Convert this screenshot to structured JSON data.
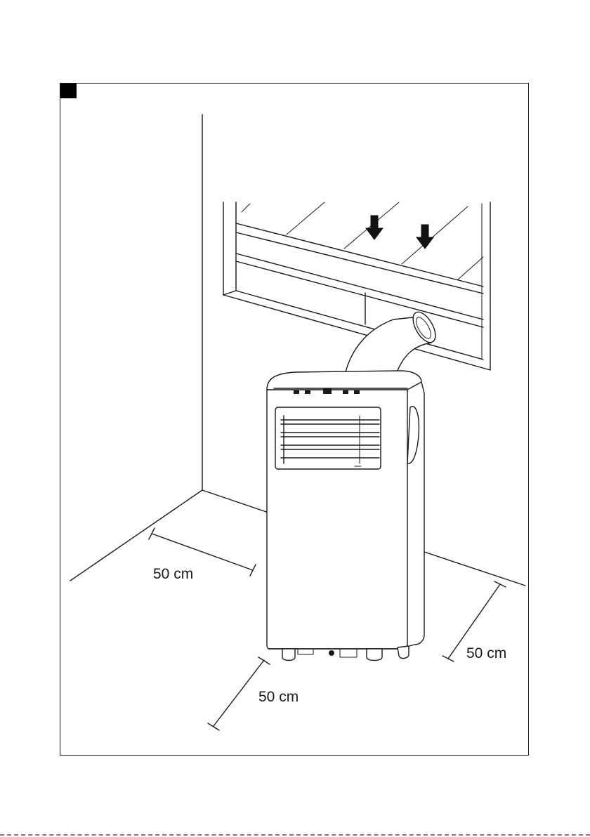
{
  "figure": {
    "marker": "black-square-figure-marker",
    "dimensions": {
      "left_clearance": "50 cm",
      "right_clearance": "50 cm",
      "front_clearance": "50 cm"
    },
    "icons": [
      "window-arrow-icon",
      "window-arrow-icon"
    ]
  }
}
